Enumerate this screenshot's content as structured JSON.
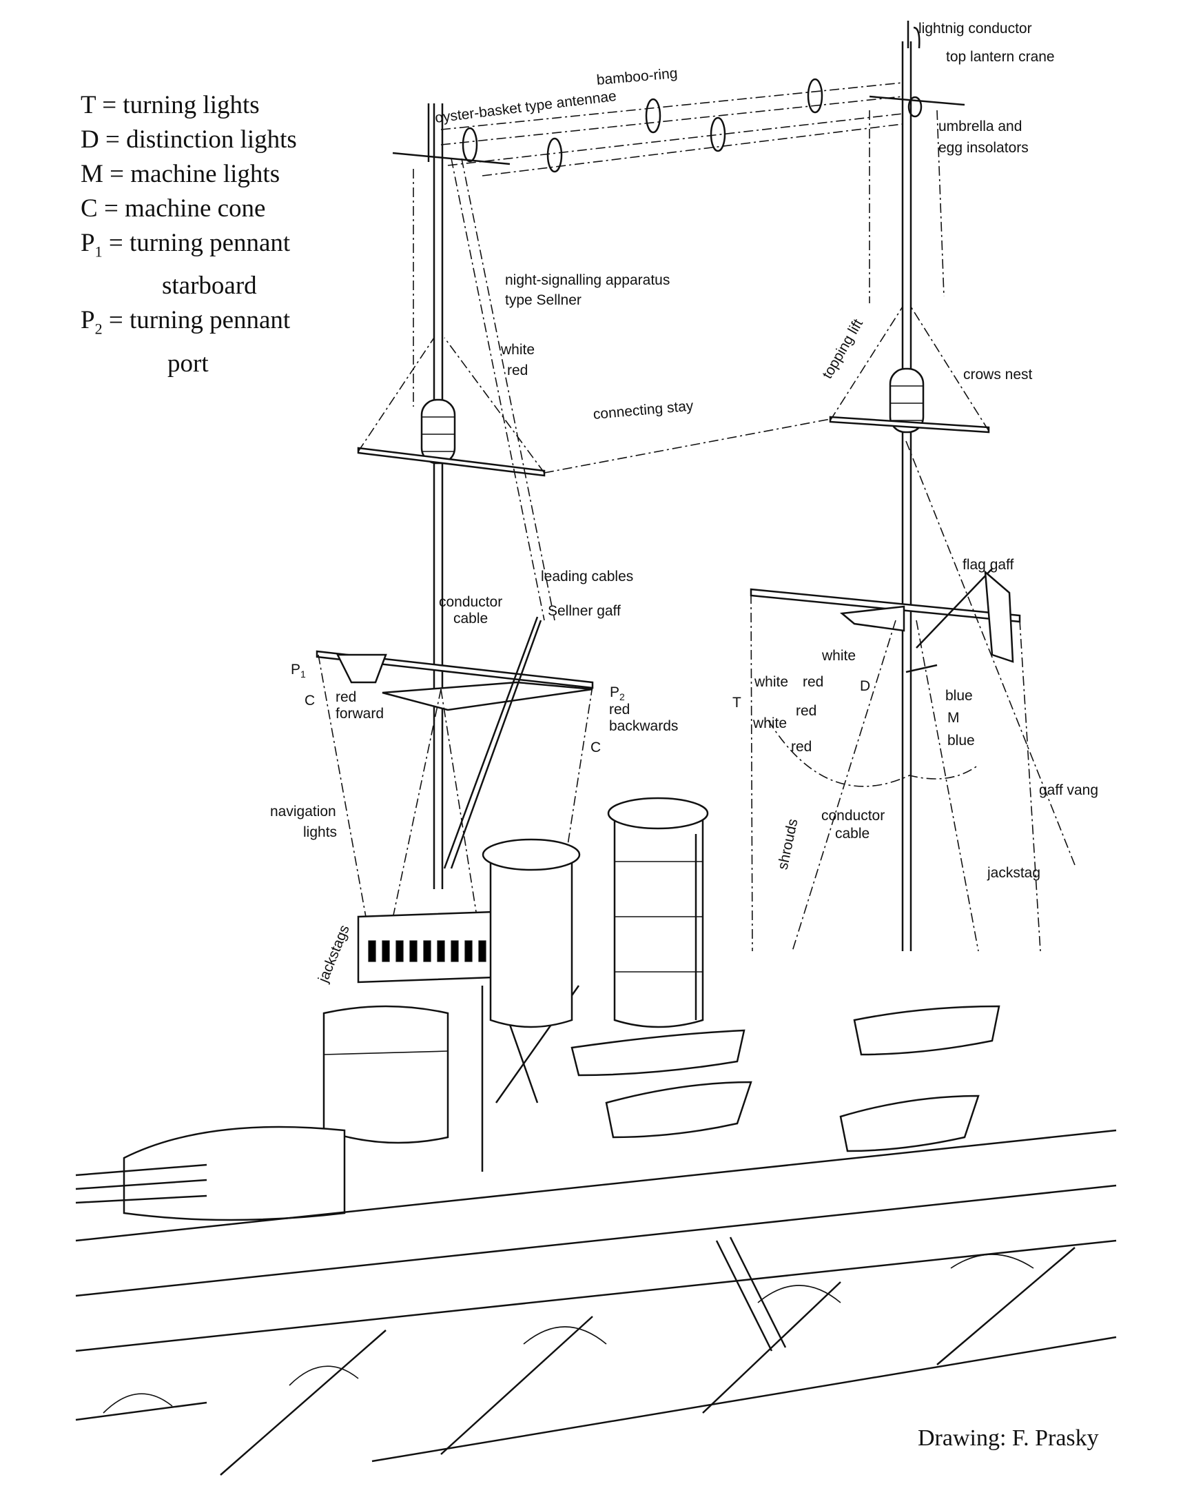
{
  "legend": {
    "items": [
      {
        "key": "T",
        "sub": "",
        "text": "= turning lights"
      },
      {
        "key": "D",
        "sub": "",
        "text": "= distinction lights"
      },
      {
        "key": "M",
        "sub": "",
        "text": "= machine lights"
      },
      {
        "key": "C",
        "sub": "",
        "text": "= machine cone"
      },
      {
        "key": "P",
        "sub": "1",
        "text": "= turning pennant",
        "cont": "starboard"
      },
      {
        "key": "P",
        "sub": "2",
        "text": "= turning pennant",
        "cont": "port"
      }
    ]
  },
  "labels": {
    "lightning_conductor": "lightnig conductor",
    "top_lantern_crane": "top lantern crane",
    "umbrella_1": "umbrella and",
    "umbrella_2": "egg insolators",
    "oyster_basket": "oyster-basket type antennae",
    "bamboo_ring": "bamboo-ring",
    "night_signalling_1": "night-signalling apparatus",
    "night_signalling_2": "type Sellner",
    "white_fore": "white",
    "red_fore": "red",
    "topping_lift": "topping lift",
    "crows_nest": "crows nest",
    "connecting_stay": "connecting stay",
    "leading_cables": "leading cables",
    "conductor_cable_fore_1": "conductor",
    "conductor_cable_fore_2": "cable",
    "sellner_gaff": "Sellner gaff",
    "flag_gaff": "flag gaff",
    "p1": "P",
    "p1_sub": "1",
    "c_fore": "C",
    "red_forward_1": "red",
    "red_forward_2": "forward",
    "p2": "P",
    "p2_sub": "2",
    "red_backwards_1": "red",
    "red_backwards_2": "backwards",
    "c_aft": "C",
    "white_d": "white",
    "d": "D",
    "t": "T",
    "t_white_1": "white",
    "t_white_2": "white",
    "t_red_1": "red",
    "t_red_2": "red",
    "t_red_3": "red",
    "m_blue_1": "blue",
    "m": "M",
    "m_blue_2": "blue",
    "gaff_vang": "gaff vang",
    "navigation_lights_1": "navigation",
    "navigation_lights_2": "lights",
    "shrouds": "shrouds",
    "conductor_cable_aft_1": "conductor",
    "conductor_cable_aft_2": "cable",
    "jackstag": "jackstag",
    "jackstags": "jackstags"
  },
  "credit": "Drawing: F. Prasky"
}
